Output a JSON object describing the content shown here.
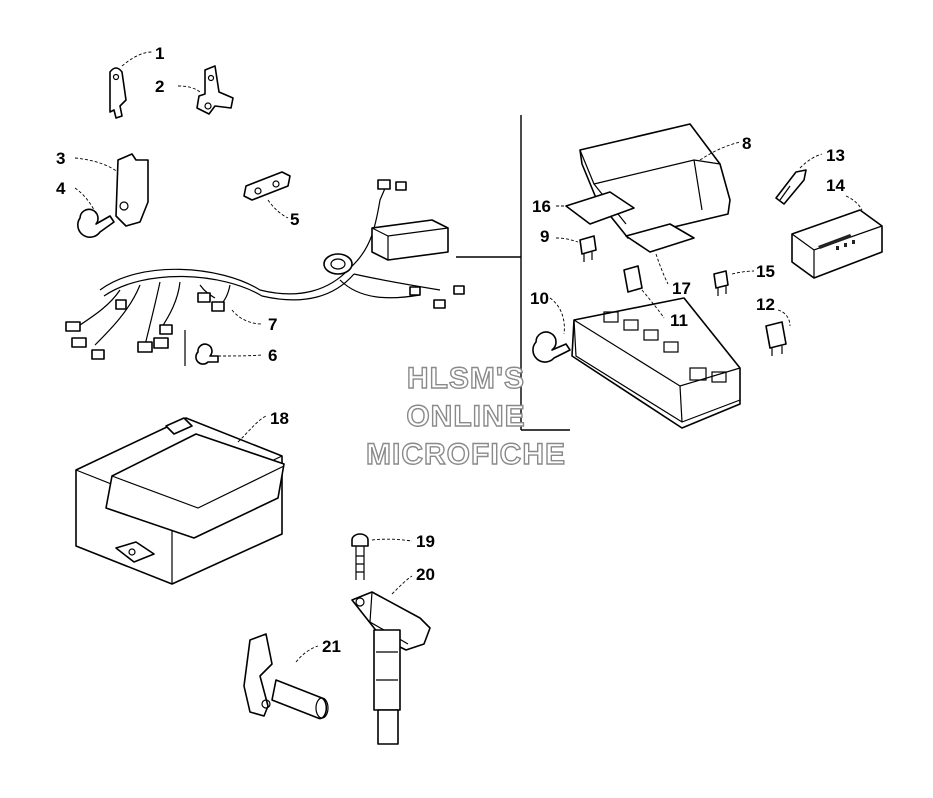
{
  "watermark": {
    "line1": "HLSM'S",
    "line2": "ONLINE",
    "line3": "MICROFICHE"
  },
  "callouts": [
    "1",
    "2",
    "3",
    "4",
    "5",
    "6",
    "7",
    "8",
    "9",
    "10",
    "11",
    "12",
    "13",
    "14",
    "15",
    "16",
    "17",
    "18",
    "19",
    "20",
    "21"
  ]
}
